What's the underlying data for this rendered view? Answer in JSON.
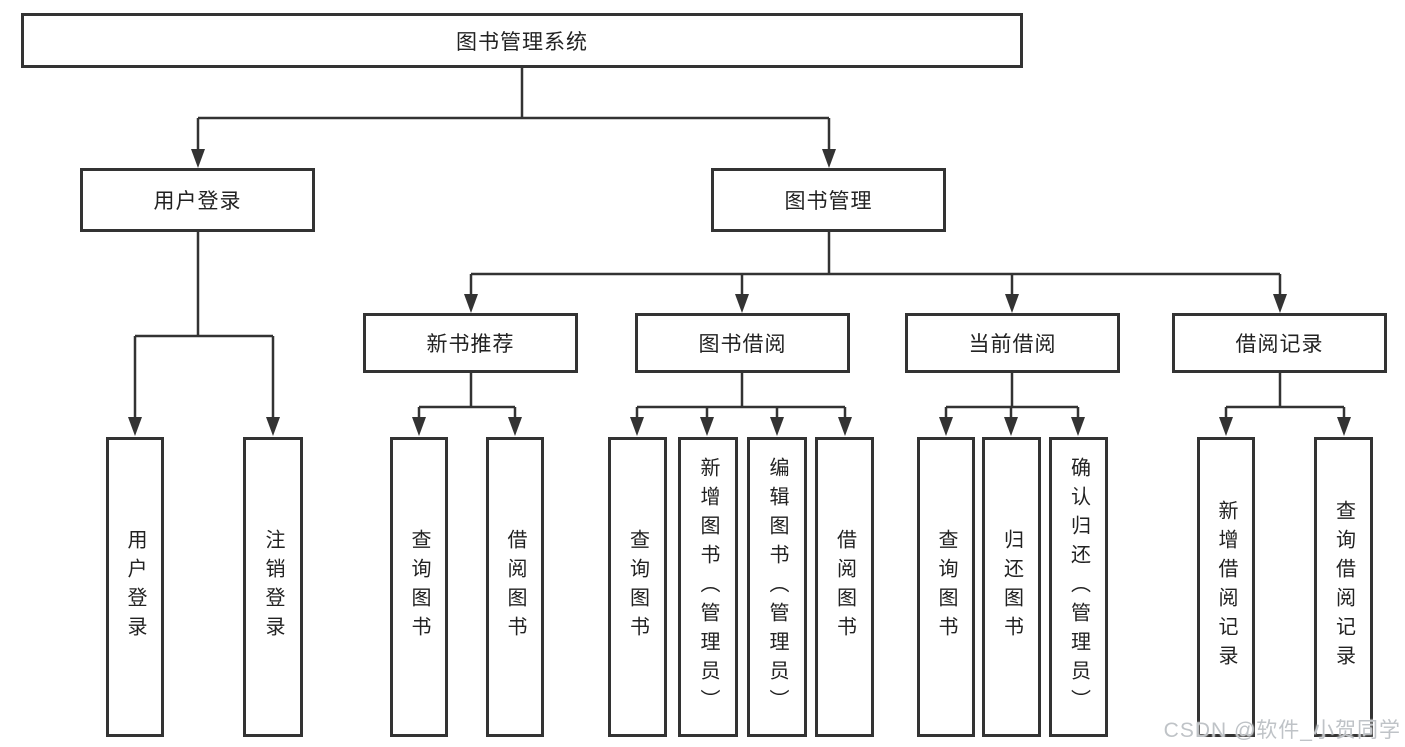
{
  "tree": {
    "label": "图书管理系统",
    "children": [
      {
        "label": "用户登录",
        "children": [
          {
            "label": "用户登录"
          },
          {
            "label": "注销登录"
          }
        ]
      },
      {
        "label": "图书管理",
        "children": [
          {
            "label": "新书推荐",
            "children": [
              {
                "label": "查询图书"
              },
              {
                "label": "借阅图书"
              }
            ]
          },
          {
            "label": "图书借阅",
            "children": [
              {
                "label": "查询图书"
              },
              {
                "label": "新增图书（管理员）"
              },
              {
                "label": "编辑图书（管理员）"
              },
              {
                "label": "借阅图书"
              }
            ]
          },
          {
            "label": "当前借阅",
            "children": [
              {
                "label": "查询图书"
              },
              {
                "label": "归还图书"
              },
              {
                "label": "确认归还（管理员）"
              }
            ]
          },
          {
            "label": "借阅记录",
            "children": [
              {
                "label": "新增借阅记录"
              },
              {
                "label": "查询借阅记录"
              }
            ]
          }
        ]
      }
    ]
  },
  "watermark": {
    "text": "CSDN @软件_小贺同学"
  },
  "colors": {
    "line": "#333333",
    "box_border": "#333333",
    "node_text": "#222222",
    "background": "#ffffff",
    "watermark_text": "#bfc3c7"
  }
}
